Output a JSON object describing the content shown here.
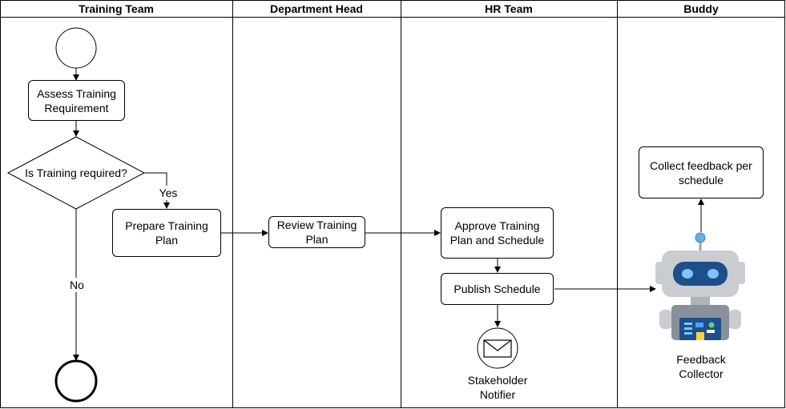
{
  "lanes": [
    {
      "title": "Training Team"
    },
    {
      "title": "Department Head"
    },
    {
      "title": "HR Team"
    },
    {
      "title": "Buddy"
    }
  ],
  "nodes": {
    "assess": "Assess Training\nRequirement",
    "decision": "Is Training required?",
    "prepare": "Prepare Training\nPlan",
    "review": "Review Training\nPlan",
    "approve": "Approve Training\nPlan and Schedule",
    "publish": "Publish Schedule",
    "collect": "Collect feedback per\nschedule"
  },
  "edge_labels": {
    "yes": "Yes",
    "no": "No"
  },
  "actors": {
    "notifier": "Stakeholder\nNotifier",
    "collector": "Feedback\nCollector"
  },
  "icons": {
    "notifier": "envelope-icon",
    "collector": "robot-icon"
  }
}
